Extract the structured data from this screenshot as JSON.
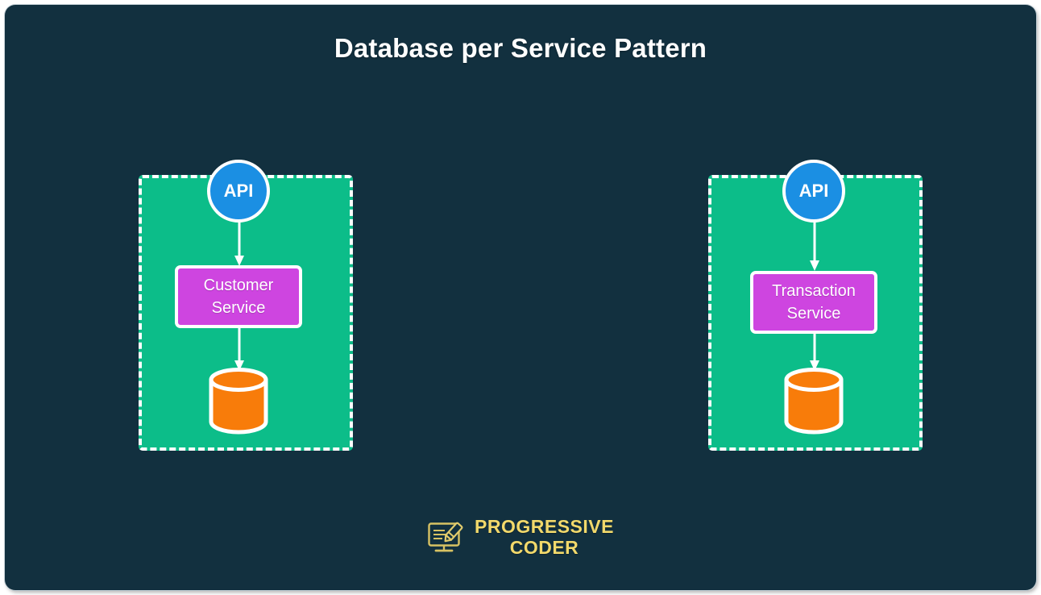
{
  "page": {
    "title": "Database per Service Pattern",
    "background_color": "#12303f"
  },
  "colors": {
    "background": "#12303f",
    "group_fill": "#0cbd89",
    "group_border": "#ffffff",
    "api_fill": "#1b8fe3",
    "service_fill": "#ce45e0",
    "database_fill": "#f87c0a",
    "arrow": "#ffffff",
    "title_text": "#ffffff",
    "logo_text": "#f2d96b"
  },
  "groups": [
    {
      "id": "customer",
      "api": {
        "label": "API",
        "icon": "api-circle-icon"
      },
      "service": {
        "line1": "Customer",
        "line2": "Service"
      },
      "database": {
        "icon": "database-cylinder-icon"
      },
      "arrows": [
        {
          "from": "api",
          "to": "service"
        },
        {
          "from": "service",
          "to": "database"
        }
      ]
    },
    {
      "id": "transaction",
      "api": {
        "label": "API",
        "icon": "api-circle-icon"
      },
      "service": {
        "line1": "Transaction",
        "line2": "Service"
      },
      "database": {
        "icon": "database-cylinder-icon"
      },
      "arrows": [
        {
          "from": "api",
          "to": "service"
        },
        {
          "from": "service",
          "to": "database"
        }
      ]
    }
  ],
  "footer": {
    "logo_icon": "monitor-pencil-icon",
    "line1": "PROGRESSIVE",
    "line2": "CODER"
  }
}
